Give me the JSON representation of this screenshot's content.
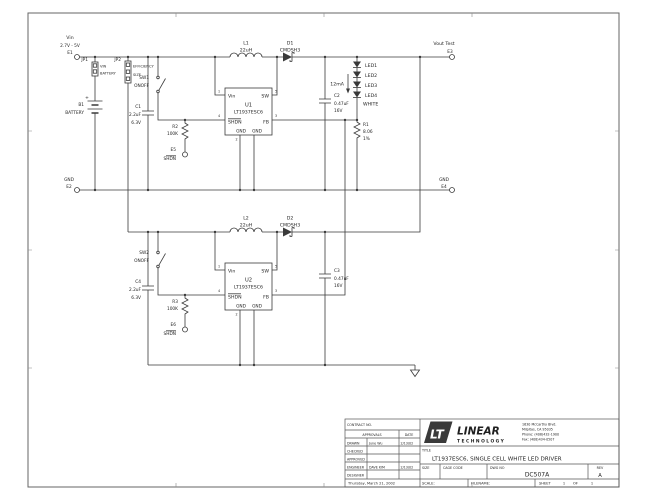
{
  "schematic": {
    "input": {
      "name": "Vin",
      "range": "2.7V - 5V",
      "terminal": "E1"
    },
    "jp1": {
      "ref": "JP1",
      "pos1": "VIN",
      "pos2": "BATTERY"
    },
    "jp2": {
      "ref": "JP2",
      "pos1": "EFFICIENCY",
      "pos2": "SIZE"
    },
    "b1": {
      "plus": "+",
      "ref": "B1",
      "label": "BATTERY"
    },
    "c1": {
      "ref": "C1",
      "value": "2.2uF",
      "rating": "6.3V"
    },
    "c2": {
      "ref": "C2",
      "value": "0.47uF",
      "rating": "16V"
    },
    "c3": {
      "ref": "C3",
      "value": "0.47uF",
      "rating": "16V"
    },
    "c4": {
      "ref": "C4",
      "value": "2.2uF",
      "rating": "6.3V"
    },
    "r1": {
      "ref": "R1",
      "value": "8.06",
      "tol": "1%"
    },
    "r2": {
      "ref": "R2",
      "value": "100K"
    },
    "r3": {
      "ref": "R3",
      "value": "100K"
    },
    "l1": {
      "ref": "L1",
      "value": "22uH"
    },
    "l2": {
      "ref": "L2",
      "value": "22uH"
    },
    "d1": {
      "ref": "D1",
      "value": "CMDSH3"
    },
    "d2": {
      "ref": "D2",
      "value": "CMDSH3"
    },
    "sw1": {
      "ref": "SW1",
      "label": "ONOFF"
    },
    "sw2": {
      "ref": "SW2",
      "label": "ONOFF"
    },
    "e5": {
      "ref": "E5",
      "label": "SHDN"
    },
    "e6": {
      "ref": "E6",
      "label": "SHDN"
    },
    "u1": {
      "ref": "U1",
      "part": "LT1937ESC6"
    },
    "u2": {
      "ref": "U2",
      "part": "LT1937ESC6"
    },
    "ic_pins": {
      "vin": "Vin",
      "sw": "SW",
      "shdn": "SHDN",
      "fb": "FB",
      "gnd": "GND",
      "n1": "1",
      "n2": "2",
      "n3": "3",
      "n4": "4",
      "n5": "5"
    },
    "leds": {
      "current": "12mA",
      "items": [
        "LED1",
        "LED2",
        "LED3",
        "LED4"
      ],
      "color": "WHITE"
    },
    "output": {
      "name": "Vout Test",
      "terminal": "E3"
    },
    "gnd_left": {
      "name": "GND",
      "terminal": "E2"
    },
    "gnd_right": {
      "name": "GND",
      "terminal": "E4"
    }
  },
  "titleblock": {
    "contract": "CONTRACT NO.",
    "approvals": "APPROVALS",
    "date": "DATE",
    "rows": [
      {
        "label": "DRAWN",
        "name": "June Wu",
        "date": "2/13/02"
      },
      {
        "label": "CHECKED",
        "name": "",
        "date": ""
      },
      {
        "label": "APPROVED",
        "name": "",
        "date": ""
      },
      {
        "label": "ENGINEER",
        "name": "DAVE KIM",
        "date": "2/13/02"
      },
      {
        "label": "DESIGNER",
        "name": "",
        "date": ""
      }
    ],
    "print_date": "Thursday, March 21, 2002",
    "logo": {
      "mark": "LT",
      "name1": "LINEAR",
      "name2": "TECHNOLOGY"
    },
    "address": [
      "1630 McCarthy Blvd.",
      "Milpitas, CA 95035",
      "Phone: (408)432-1900",
      "Fax: (408)434-0507"
    ],
    "title_label": "TITLE",
    "title": "LT1937ESC6, SINGLE CELL WHITE LED DRIVER",
    "size_label": "SIZE",
    "cage_label": "CAGE CODE",
    "dwg_label": "DWG NO",
    "dwg_no": "DC507A",
    "rev_label": "REV",
    "rev": "A",
    "scale_label": "SCALE:",
    "filename_label": "FILENAME:",
    "sheet_label": "SHEET",
    "sheet_no": "1",
    "of_label": "OF",
    "of_no": "1"
  }
}
